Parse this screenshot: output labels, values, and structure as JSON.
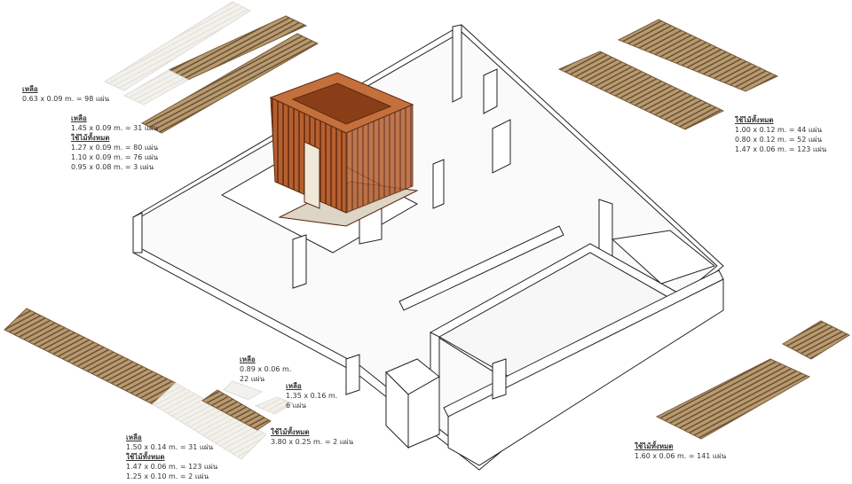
{
  "labels": {
    "top_left_a": {
      "heading": "เหลือ",
      "lines": [
        "0.63 x 0.09 m. = 98 แผ่น"
      ]
    },
    "top_left_b": {
      "heading": "เหลือ",
      "lines": [
        "1.45 x 0.09 m. = 31 แผ่น"
      ],
      "heading2": "ใช้ไม้ทั้งหมด",
      "lines2": [
        "1.27 x 0.09 m. = 80 แผ่น",
        "1.10 x 0.09 m. = 76 แผ่น",
        "0.95 x 0.08 m. = 3  แผ่น"
      ]
    },
    "top_right": {
      "heading": "ใช้ไม้ทั้งหมด",
      "lines": [
        "1.00 x 0.12 m. = 44  แผ่น",
        "0.80 x 0.12 m. = 52  แผ่น",
        "1.47 x 0.06 m. = 123 แผ่น"
      ]
    },
    "bottom_mid_a": {
      "heading": "เหลือ",
      "lines": [
        "0.89 x 0.06 m.",
        "22 แผ่น"
      ]
    },
    "bottom_mid_b": {
      "heading": "เหลือ",
      "lines": [
        "1.35 x 0.16 m.",
        "6 แผ่น"
      ]
    },
    "bottom_mid_c": {
      "heading": "ใช้ไม้ทั้งหมด",
      "lines": [
        "3.80 x 0.25 m. = 2 แผ่น"
      ]
    },
    "bottom_left": {
      "heading": "เหลือ",
      "lines": [
        "1.50 x 0.14 m. = 31 แผ่น"
      ],
      "heading2": "ใช้ไม้ทั้งหมด",
      "lines2": [
        "1.47 x 0.06 m. = 123 แผ่น",
        "1.25 x 0.10 m. = 2     แผ่น"
      ]
    },
    "bottom_right": {
      "heading": "ใช้ไม้ทั้งหมด",
      "lines": [
        "1.60 x 0.06 m. = 141 แผ่น"
      ]
    }
  },
  "colors": {
    "wood": "#8a6a45",
    "wood_light": "#c9b08a",
    "leftover": "#f1efe9",
    "pavilion": "#a9542a"
  }
}
